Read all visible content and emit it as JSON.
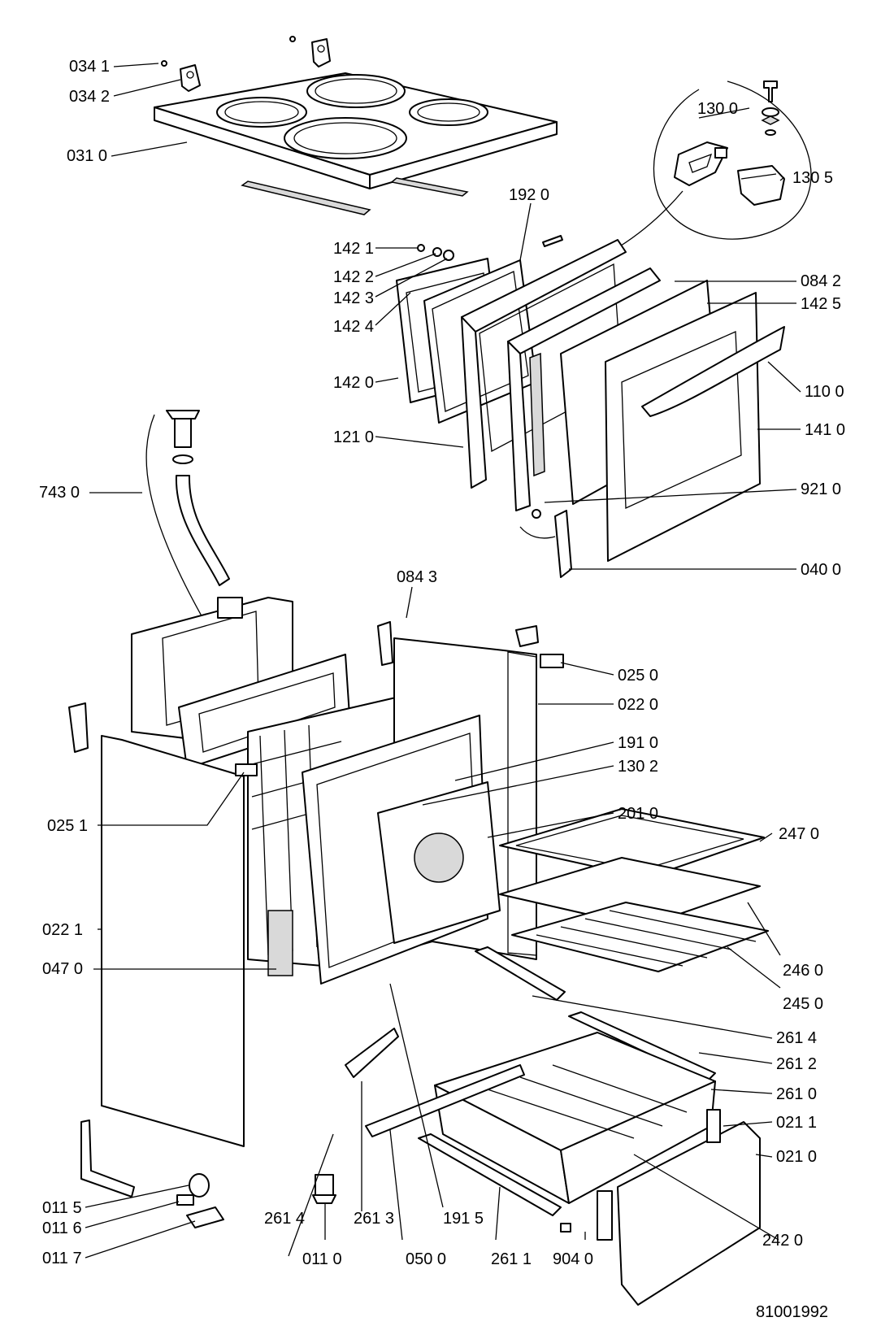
{
  "labels": {
    "p0341": "034 1",
    "p0342": "034 2",
    "p0310": "031 0",
    "p1300": "130 0",
    "p1305": "130 5",
    "p1920": "192 0",
    "p1421": "142 1",
    "p1422": "142 2",
    "p1423": "142 3",
    "p1424": "142 4",
    "p0842": "084 2",
    "p1425": "142 5",
    "p1420": "142 0",
    "p1100": "110 0",
    "p1210": "121 0",
    "p1410": "141 0",
    "p7430": "743 0",
    "p9210": "921 0",
    "p0400": "040 0",
    "p0843": "084 3",
    "p0250": "025 0",
    "p0220": "022 0",
    "p1910": "191 0",
    "p1302": "130 2",
    "p0251": "025 1",
    "p2010": "201 0",
    "p2470": "247 0",
    "p0221": "022 1",
    "p0470": "047 0",
    "p2460": "246 0",
    "p2450": "245 0",
    "p2614a": "261 4",
    "p2612": "261 2",
    "p2610": "261 0",
    "p0211": "021 1",
    "p0210": "021 0",
    "p0115": "011 5",
    "p0116": "011 6",
    "p0117": "011 7",
    "p2614b": "261 4",
    "p2613": "261 3",
    "p1915": "191 5",
    "p2420": "242 0",
    "p0110": "011 0",
    "p0500": "050 0",
    "p2611": "261 1",
    "p9040": "904 0"
  },
  "drawing_number": "81001992"
}
